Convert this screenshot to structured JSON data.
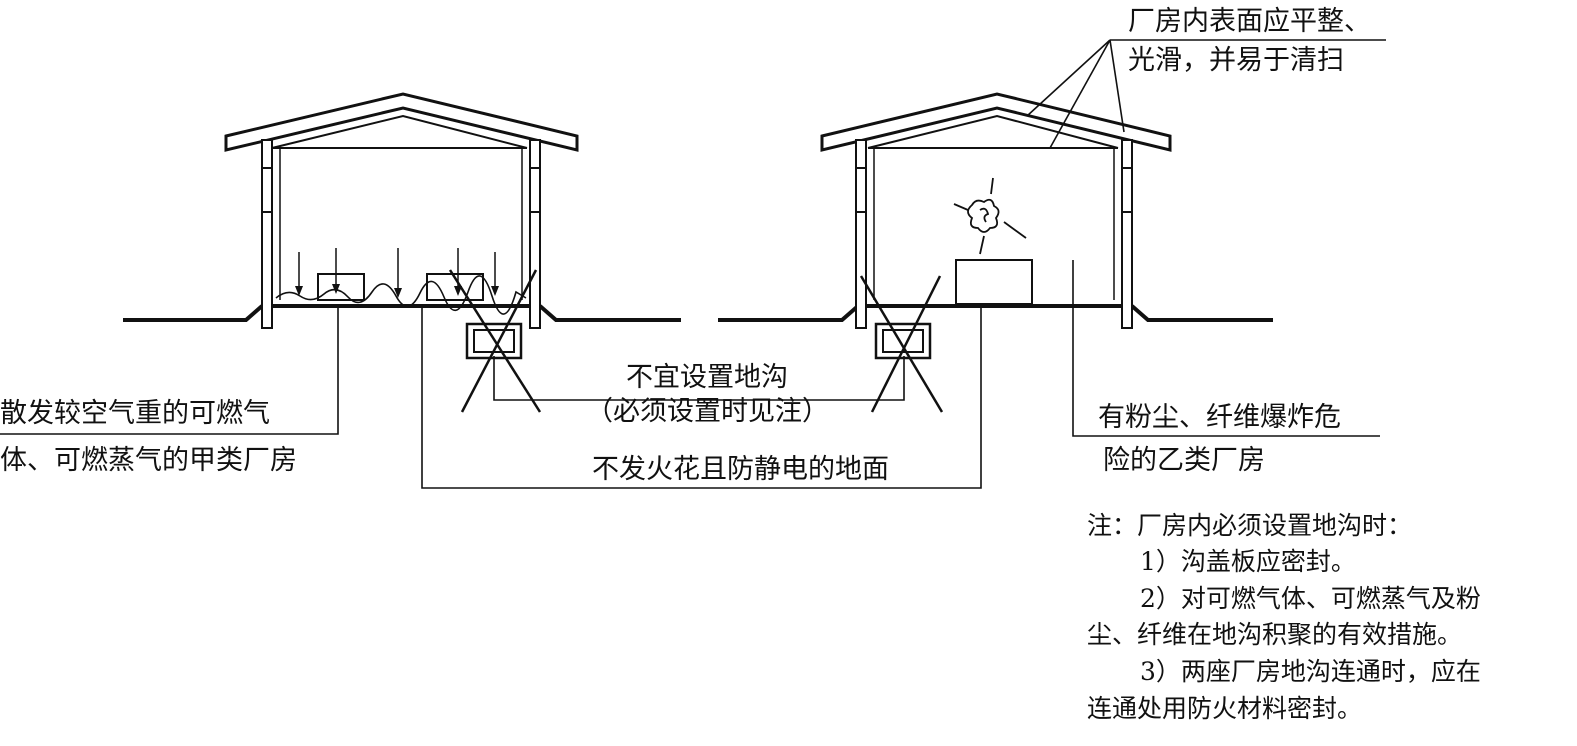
{
  "labels": {
    "surface_line1": "厂房内表面应平整、",
    "surface_line2": "光滑，并易于清扫",
    "left_line1": "散发较空气重的可燃气",
    "left_line2": "体、可燃蒸气的甲类厂房",
    "trench_line1": "不宜设置地沟",
    "trench_line2": "（必须设置时见注）",
    "floor": "不发火花且防静电的地面",
    "right_line1": "有粉尘、纤维爆炸危",
    "right_line2": "险的乙类厂房"
  },
  "notes": {
    "title": "注：厂房内必须设置地沟时：",
    "n1": "1）沟盖板应密封。",
    "n2a": "2）对可燃气体、可燃蒸气及粉",
    "n2b": "尘、纤维在地沟积聚的有效措施。",
    "n3a": "3）两座厂房地沟连通时，应在",
    "n3b": "连通处用防火材料密封。"
  },
  "colors": {
    "ink": "#111111",
    "background": "#ffffff"
  }
}
